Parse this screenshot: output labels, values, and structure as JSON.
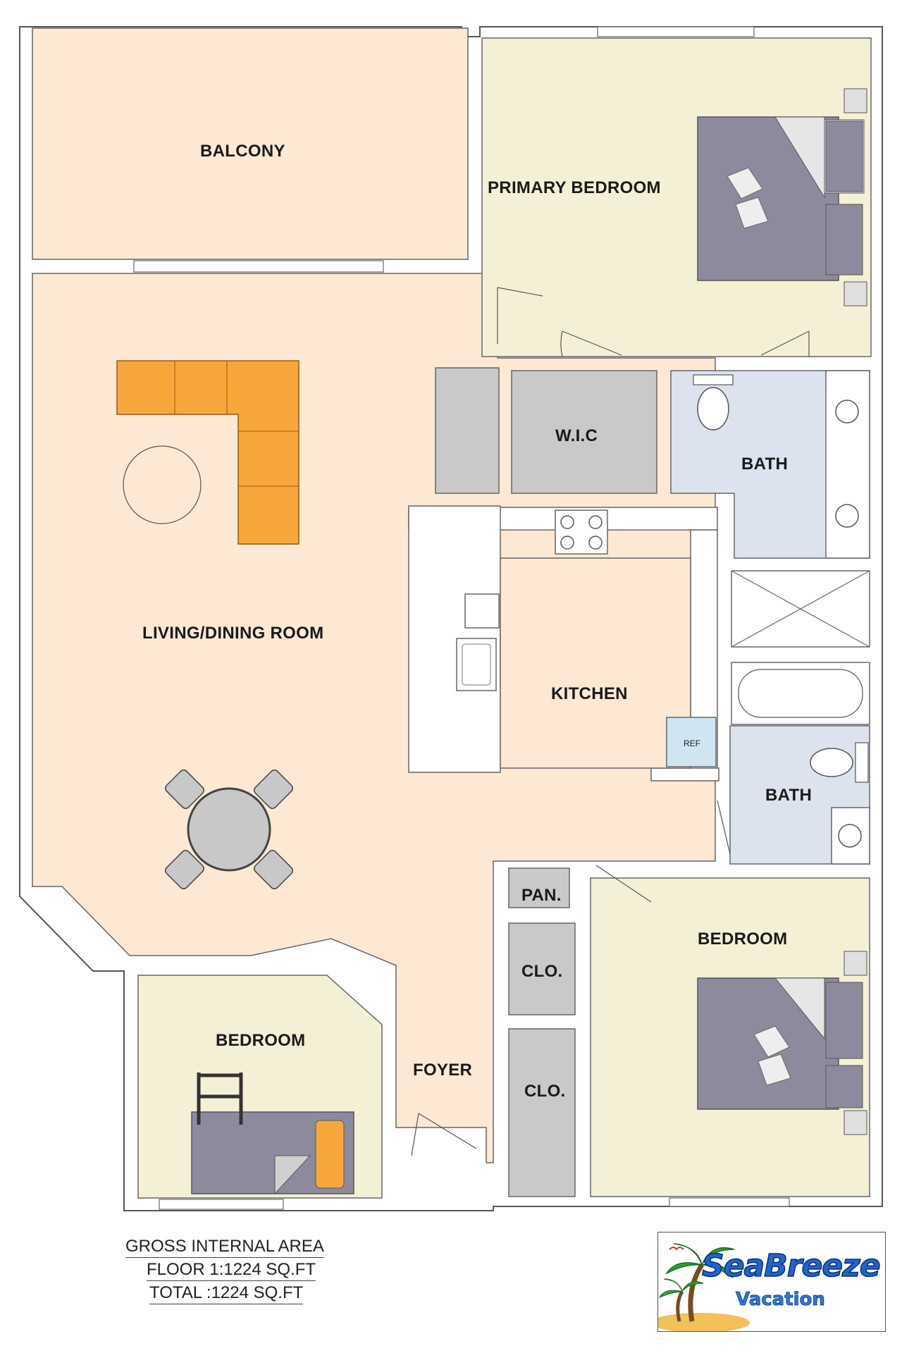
{
  "rooms": {
    "balcony": "BALCONY",
    "primary_bedroom": "PRIMARY BEDROOM",
    "wic": "W.I.C",
    "bath_primary": "BATH",
    "living_dining": "LIVING/DINING ROOM",
    "kitchen": "KITCHEN",
    "ref": "REF",
    "bath_second": "BATH",
    "pantry": "PAN.",
    "closet_1": "CLO.",
    "closet_2": "CLO.",
    "bedroom_right": "BEDROOM",
    "bedroom_left": "BEDROOM",
    "foyer": "FOYER"
  },
  "area_info": {
    "gross": "GROSS INTERNAL AREA",
    "floor": "FLOOR 1:1224 SQ.FT",
    "total": "TOTAL :1224 SQ.FT"
  },
  "logo": {
    "line1": "SeaBreeze",
    "line2": "Vacation"
  },
  "colors": {
    "living": "#fde8d4",
    "bedroom": "#f4f0d6",
    "bath": "#dce3ee",
    "closet": "#c9c9c9",
    "sofa": "#f7a73a",
    "bed": "#8e8a9e",
    "wall": "#ffffff",
    "outline": "#555555"
  }
}
